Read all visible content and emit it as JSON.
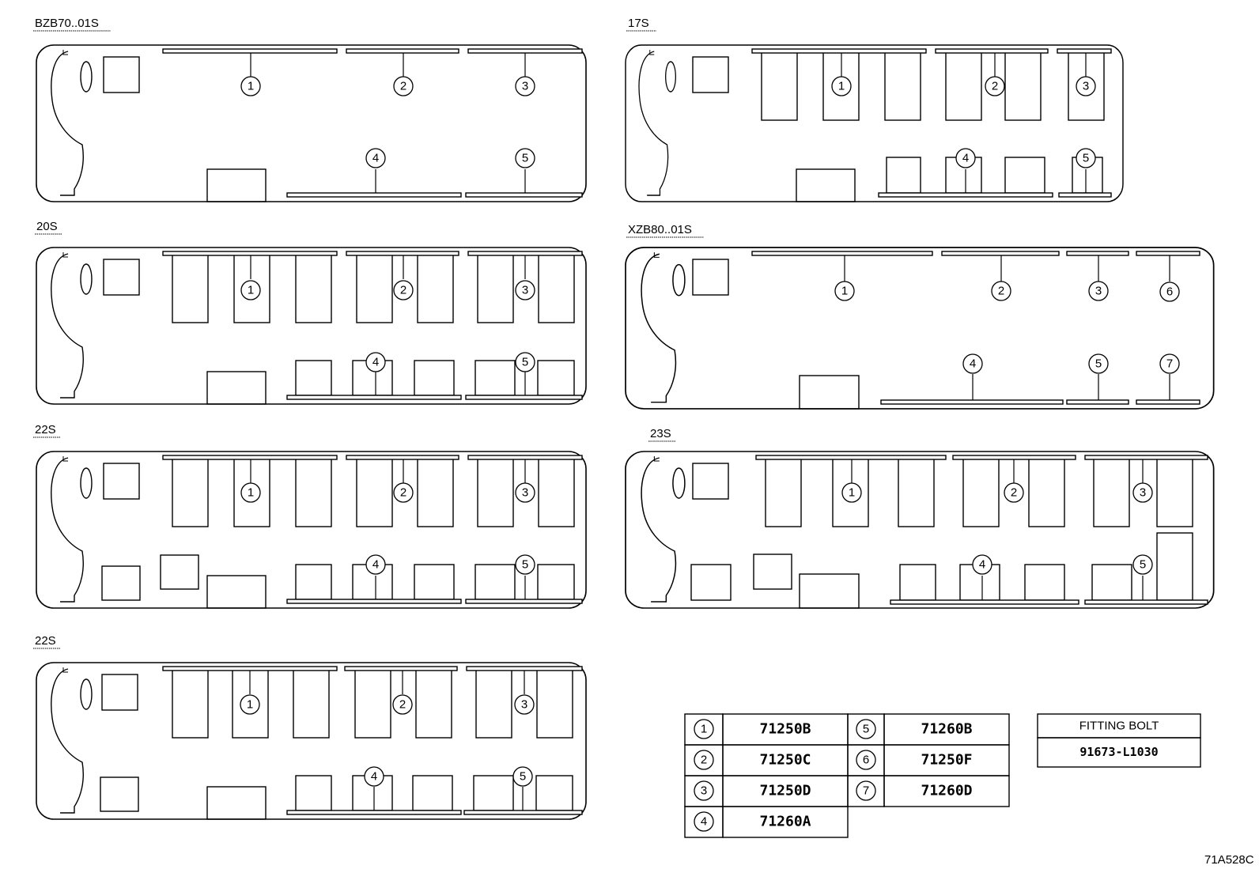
{
  "layouts": [
    {
      "label": "BZB70..01S"
    },
    {
      "label": "17S"
    },
    {
      "label": "20S"
    },
    {
      "label": "XZB80..01S"
    },
    {
      "label": "22S"
    },
    {
      "label": "23S"
    },
    {
      "label": "22S"
    }
  ],
  "callouts": [
    "1",
    "2",
    "3",
    "4",
    "5",
    "6",
    "7"
  ],
  "parts_table": [
    {
      "num": "1",
      "part": "71250B"
    },
    {
      "num": "2",
      "part": "71250C"
    },
    {
      "num": "3",
      "part": "71250D"
    },
    {
      "num": "4",
      "part": "71260A"
    },
    {
      "num": "5",
      "part": "71260B"
    },
    {
      "num": "6",
      "part": "71250F"
    },
    {
      "num": "7",
      "part": "71260D"
    }
  ],
  "fitting_bolt": {
    "title": "FITTING BOLT",
    "part": "91673-L1030"
  },
  "drawing_code": "71A528C"
}
